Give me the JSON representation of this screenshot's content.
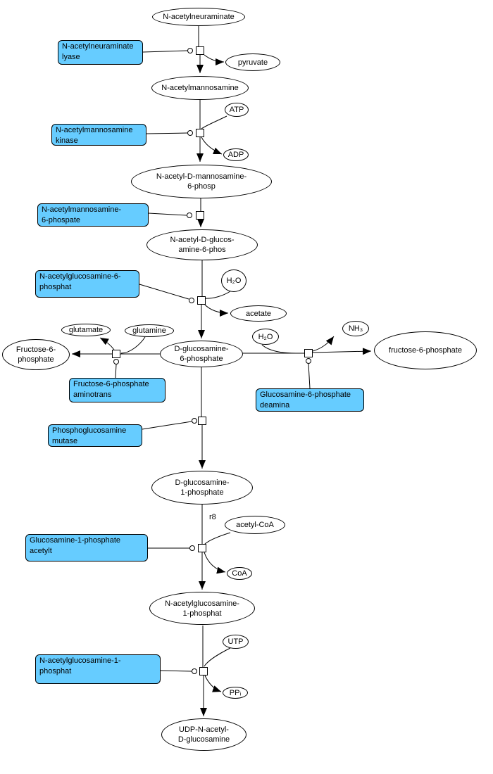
{
  "diagram": {
    "type": "metabolic-pathway",
    "colors": {
      "enzyme_fill": "#66CCFF",
      "node_fill": "#FFFFFF",
      "edge": "#000000"
    },
    "metabolites": {
      "n_acetylneuraminate": "N-acetylneuraminate",
      "pyruvate": "pyruvate",
      "n_acetylmannosamine": "N-acetylmannosamine",
      "atp": "ATP",
      "adp": "ADP",
      "n_acetyl_d_mannosamine_6_phosp": "N-acetyl-D-mannosamine-\n6-phosp",
      "n_acetyl_d_glucosamine_6_phos": "N-acetyl-D-glucos-\namine-6-phos",
      "h2o_upper": "H₂O",
      "acetate": "acetate",
      "glutamate": "glutamate",
      "glutamine": "glutamine",
      "fructose_6_phosphate_left": "Fructose-6-\nphosphate",
      "d_glucosamine_6_phosphate": "D-glucosamine-\n6-phosphate",
      "h2o_right": "H₂O",
      "nh3": "NH₃",
      "fructose_6_phosphate_right": "fructose-6-phosphate",
      "d_glucosamine_1_phosphate": "D-glucosamine-\n1-phosphate",
      "acetyl_coa": "acetyl-CoA",
      "coa": "CoA",
      "n_acetylglucosamine_1_phosphat": "N-acetylglucosamine-\n1-phosphat",
      "utp": "UTP",
      "ppi": "PPᵢ",
      "udp_n_acetyl_d_glucosamine": "UDP-N-acetyl-\nD-glucosamine"
    },
    "enzymes": {
      "n_acetylneuraminate_lyase": "N-acetylneuraminate\nlyase",
      "n_acetylmannosamine_kinase": "N-acetylmannosamine\nkinase",
      "n_acetylmannosamine_6_phospate": "N-acetylmannosamine-\n6-phospate",
      "n_acetylglucosamine_6_phosphat": "N-acetylglucosamine-6-\nphosphat",
      "fructose_6_phosphate_aminotrans": "Fructose-6-phosphate\naminotrans",
      "glucosamine_6_phosphate_deamina": "Glucosamine-6-phosphate\ndeamina",
      "phosphoglucosamine_mutase": "Phosphoglucosamine\nmutase",
      "glucosamine_1_phosphate_acetylt": "Glucosamine-1-phosphate\nacetylt",
      "n_acetylglucosamine_1_phosphat_enzyme": "N-acetylglucosamine-1-\nphosphat"
    },
    "labels": {
      "r8": "r8"
    }
  }
}
